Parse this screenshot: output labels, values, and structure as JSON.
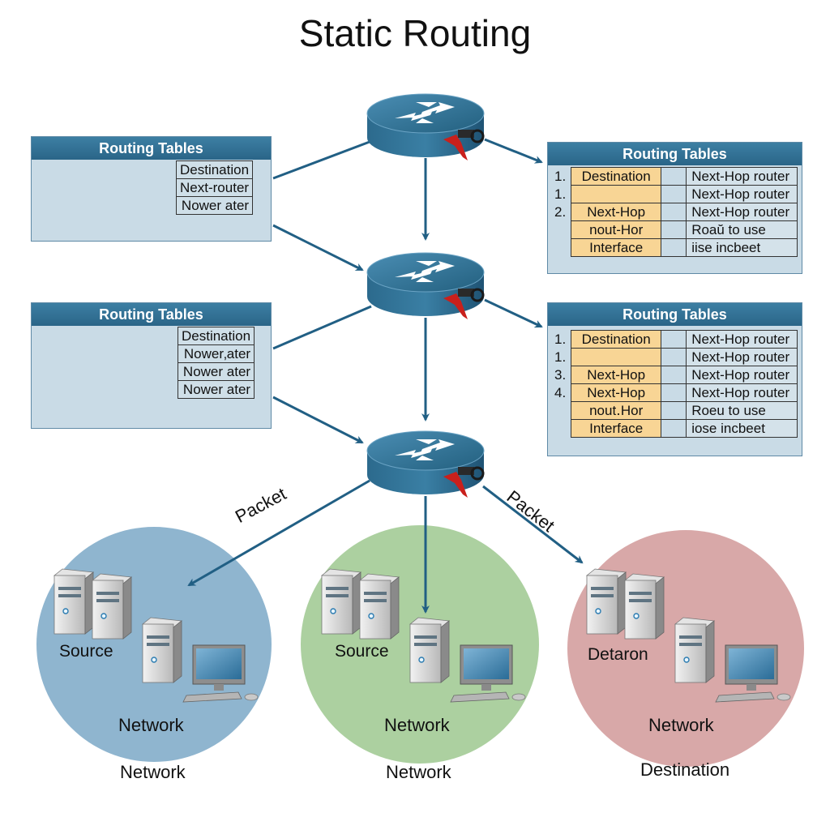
{
  "title": "Static Routing",
  "colors": {
    "link": "#215f84",
    "router": "#2c6a8d",
    "table_header": "#2f6d91",
    "table_body": "#c9dbe6",
    "field_cell": "#f8d595",
    "network_source": "#8fb5cf",
    "network_middle": "#acd0a0",
    "network_destination": "#d8a8a8"
  },
  "routers": [
    {
      "name": "router-top"
    },
    {
      "name": "router-middle"
    },
    {
      "name": "router-bottom"
    }
  ],
  "left_tables": [
    {
      "header": "Routing Tables",
      "rows": [
        "Destination",
        "Next-router",
        "Nower ater"
      ]
    },
    {
      "header": "Routing Tables",
      "rows": [
        "Destination",
        "Nower‚ater",
        "Nower ater",
        "Nower ater"
      ]
    }
  ],
  "right_tables": [
    {
      "header": "Routing Tables",
      "rows": [
        {
          "num": "1.",
          "field": "Destination",
          "value": "Next-Hop router"
        },
        {
          "num": "1.",
          "field": "",
          "value": "Next-Hop router"
        },
        {
          "num": "2.",
          "field": "Next-Hop",
          "value": "Next-Hop router"
        },
        {
          "num": "",
          "field": "nout-Hor",
          "value": "Roaŭ to use"
        },
        {
          "num": "",
          "field": "Interface",
          "value": "iise incbeet"
        }
      ]
    },
    {
      "header": "Routing Tables",
      "rows": [
        {
          "num": "1.",
          "field": "Destination",
          "value": "Next-Hop router"
        },
        {
          "num": "1.",
          "field": "",
          "value": "Next-Hop router"
        },
        {
          "num": "3.",
          "field": "Next-Hop",
          "value": "Next-Hop router"
        },
        {
          "num": "4.",
          "field": "Next-Hop",
          "value": "Next-Hop router"
        },
        {
          "num": "",
          "field": "nout․Hor",
          "value": "Roeu to use"
        },
        {
          "num": "",
          "field": "Interface",
          "value": "iose incbeet"
        }
      ]
    }
  ],
  "packet_labels": [
    "Packet",
    "Packet"
  ],
  "networks": [
    {
      "inner_label": "Source",
      "center_label": "Network",
      "caption": "Network"
    },
    {
      "inner_label": "Source",
      "center_label": "Network",
      "caption": "Network"
    },
    {
      "inner_label": "Detaron",
      "center_label": "Network",
      "caption": "Destination"
    }
  ]
}
